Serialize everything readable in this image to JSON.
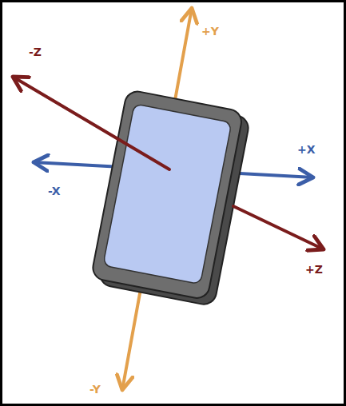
{
  "diagram": {
    "labels": [
      "-Z",
      "+Y",
      "-X",
      "+X",
      "-Y",
      "+Z"
    ]
  }
}
